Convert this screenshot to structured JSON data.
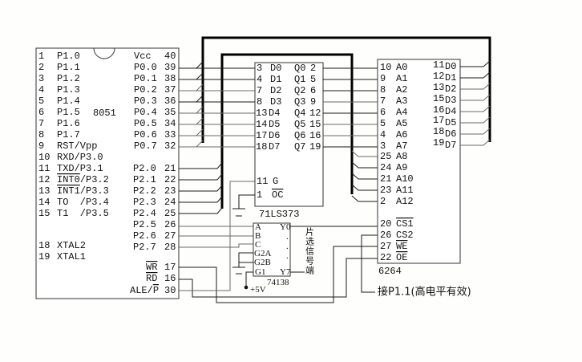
{
  "chip_8051": {
    "name": "8051",
    "left_pins": [
      {
        "num": "1",
        "label": "P1.0"
      },
      {
        "num": "2",
        "label": "P1.1"
      },
      {
        "num": "3",
        "label": "P1.2"
      },
      {
        "num": "4",
        "label": "P1.3"
      },
      {
        "num": "5",
        "label": "P1.4"
      },
      {
        "num": "6",
        "label": "P1.5"
      },
      {
        "num": "7",
        "label": "P1.6"
      },
      {
        "num": "8",
        "label": "P1.7"
      },
      {
        "num": "9",
        "label": "RST/Vpp"
      },
      {
        "num": "10",
        "label": "RXD/P3.0"
      },
      {
        "num": "11",
        "label": "TXD/P3.1"
      },
      {
        "num": "12",
        "label_over": "INT0",
        "label": "/P3.2"
      },
      {
        "num": "13",
        "label_over": "INT1",
        "label": "/P3.3"
      },
      {
        "num": "14",
        "label": "TO  /P3.4"
      },
      {
        "num": "15",
        "label": "T1  /P3.5"
      },
      {
        "num": "18",
        "label": "XTAL2"
      },
      {
        "num": "19",
        "label": "XTAL1"
      }
    ],
    "right_pins": [
      {
        "label": "Vcc",
        "num": "40"
      },
      {
        "label": "P0.0",
        "num": "39"
      },
      {
        "label": "P0.1",
        "num": "38"
      },
      {
        "label": "P0.2",
        "num": "37"
      },
      {
        "label": "P0.3",
        "num": "36"
      },
      {
        "label": "P0.4",
        "num": "35"
      },
      {
        "label": "P0.5",
        "num": "34"
      },
      {
        "label": "P0.6",
        "num": "33"
      },
      {
        "label": "P0.7",
        "num": "32"
      },
      {
        "label": "P2.0",
        "num": "21"
      },
      {
        "label": "P2.1",
        "num": "22"
      },
      {
        "label": "P2.2",
        "num": "23"
      },
      {
        "label": "P2.3",
        "num": "24"
      },
      {
        "label": "P2.4",
        "num": "25"
      },
      {
        "label": "P2.5",
        "num": "26"
      },
      {
        "label": "P2.6",
        "num": "27"
      },
      {
        "label": "P2.7",
        "num": "28"
      },
      {
        "label_over": "WR",
        "num": "17"
      },
      {
        "label_over": "RD",
        "num": "16"
      },
      {
        "label": "ALE/",
        "label_over": "P",
        "num": "30"
      }
    ]
  },
  "latch_373": {
    "name": "71LS373",
    "d_pins": [
      {
        "num": "3",
        "label": "D0"
      },
      {
        "num": "4",
        "label": "D1"
      },
      {
        "num": "7",
        "label": "D2"
      },
      {
        "num": "8",
        "label": "D3"
      },
      {
        "num": "13",
        "label": "D4"
      },
      {
        "num": "14",
        "label": "D5"
      },
      {
        "num": "17",
        "label": "D6"
      },
      {
        "num": "18",
        "label": "D7"
      }
    ],
    "q_pins": [
      {
        "label": "Q0",
        "num": "2"
      },
      {
        "label": "Q1",
        "num": "5"
      },
      {
        "label": "Q2",
        "num": "6"
      },
      {
        "label": "Q3",
        "num": "9"
      },
      {
        "label": "Q4",
        "num": "12"
      },
      {
        "label": "Q5",
        "num": "15"
      },
      {
        "label": "Q6",
        "num": "16"
      },
      {
        "label": "Q7",
        "num": "19"
      }
    ],
    "g_pin": {
      "num": "11",
      "label": "G"
    },
    "oc_pin": {
      "num": "1",
      "label_over": "OC"
    }
  },
  "decoder_138": {
    "name": "74138",
    "inputs": [
      "A",
      "B",
      "C",
      "G2A",
      "G2B",
      "G1"
    ],
    "output_first": "Y0",
    "output_last": "Y7",
    "ellipsis": ".",
    "power_label": "+5V",
    "annotation": "片选信号端"
  },
  "sram_6264": {
    "name": "6264",
    "addr_pins": [
      {
        "num": "10",
        "label": "A0"
      },
      {
        "num": "9",
        "label": "A1"
      },
      {
        "num": "8",
        "label": "A2"
      },
      {
        "num": "7",
        "label": "A3"
      },
      {
        "num": "6",
        "label": "A4"
      },
      {
        "num": "5",
        "label": "A5"
      },
      {
        "num": "4",
        "label": "A6"
      },
      {
        "num": "3",
        "label": "A7"
      },
      {
        "num": "25",
        "label": "A8"
      },
      {
        "num": "24",
        "label": "A9"
      },
      {
        "num": "21",
        "label": "A10"
      },
      {
        "num": "23",
        "label": "A11"
      },
      {
        "num": "2",
        "label": "A12"
      }
    ],
    "control_pins": [
      {
        "num": "20",
        "label_over": "CS1"
      },
      {
        "num": "26",
        "label": "CS2"
      },
      {
        "num": "27",
        "label_over": "WE"
      },
      {
        "num": "22",
        "label_over": "OE"
      }
    ],
    "data_pins": [
      {
        "num": "11",
        "label": "D0"
      },
      {
        "num": "12",
        "label": "D1"
      },
      {
        "num": "13",
        "label": "D2"
      },
      {
        "num": "15",
        "label": "D3"
      },
      {
        "num": "16",
        "label": "D4"
      },
      {
        "num": "17",
        "label": "D5"
      },
      {
        "num": "18",
        "label": "D6"
      },
      {
        "num": "19",
        "label": "D7"
      }
    ]
  },
  "cs2_note": "接P1.1(高电平有效)"
}
